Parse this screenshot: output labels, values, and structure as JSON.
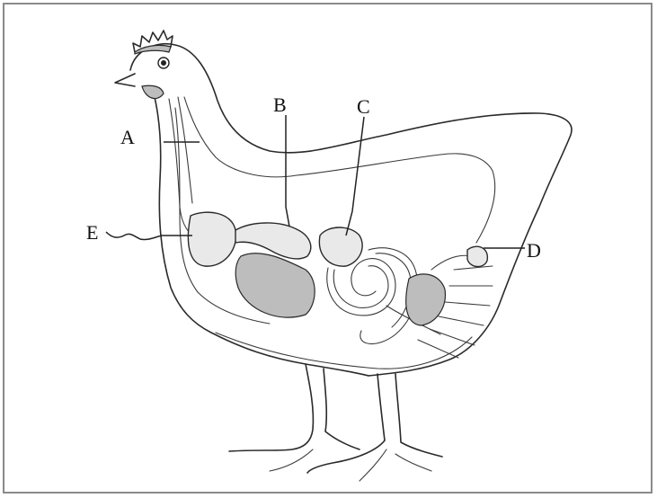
{
  "labels": {
    "A": "A",
    "B": "B",
    "C": "C",
    "D": "D",
    "E": "E"
  },
  "colors": {
    "ink": "#2a2a2a",
    "background": "#ffffff",
    "frame": "#8a8a8a"
  }
}
